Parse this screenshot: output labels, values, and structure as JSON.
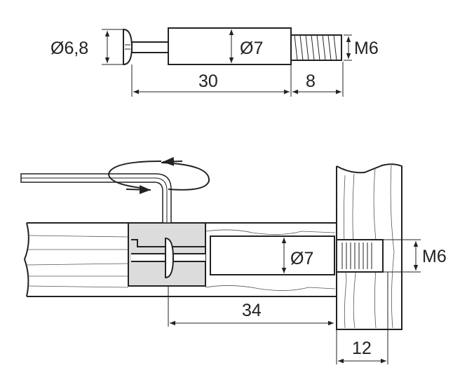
{
  "top_view": {
    "head_diameter": "Ø6,8",
    "body_diameter": "Ø7",
    "thread": "M6",
    "length_body": "30",
    "length_thread": "8"
  },
  "assembly_view": {
    "body_diameter": "Ø7",
    "thread": "M6",
    "distance": "34",
    "panel_thickness": "12"
  },
  "colors": {
    "cam_fill": "#dcdcdc",
    "line": "#222222"
  }
}
